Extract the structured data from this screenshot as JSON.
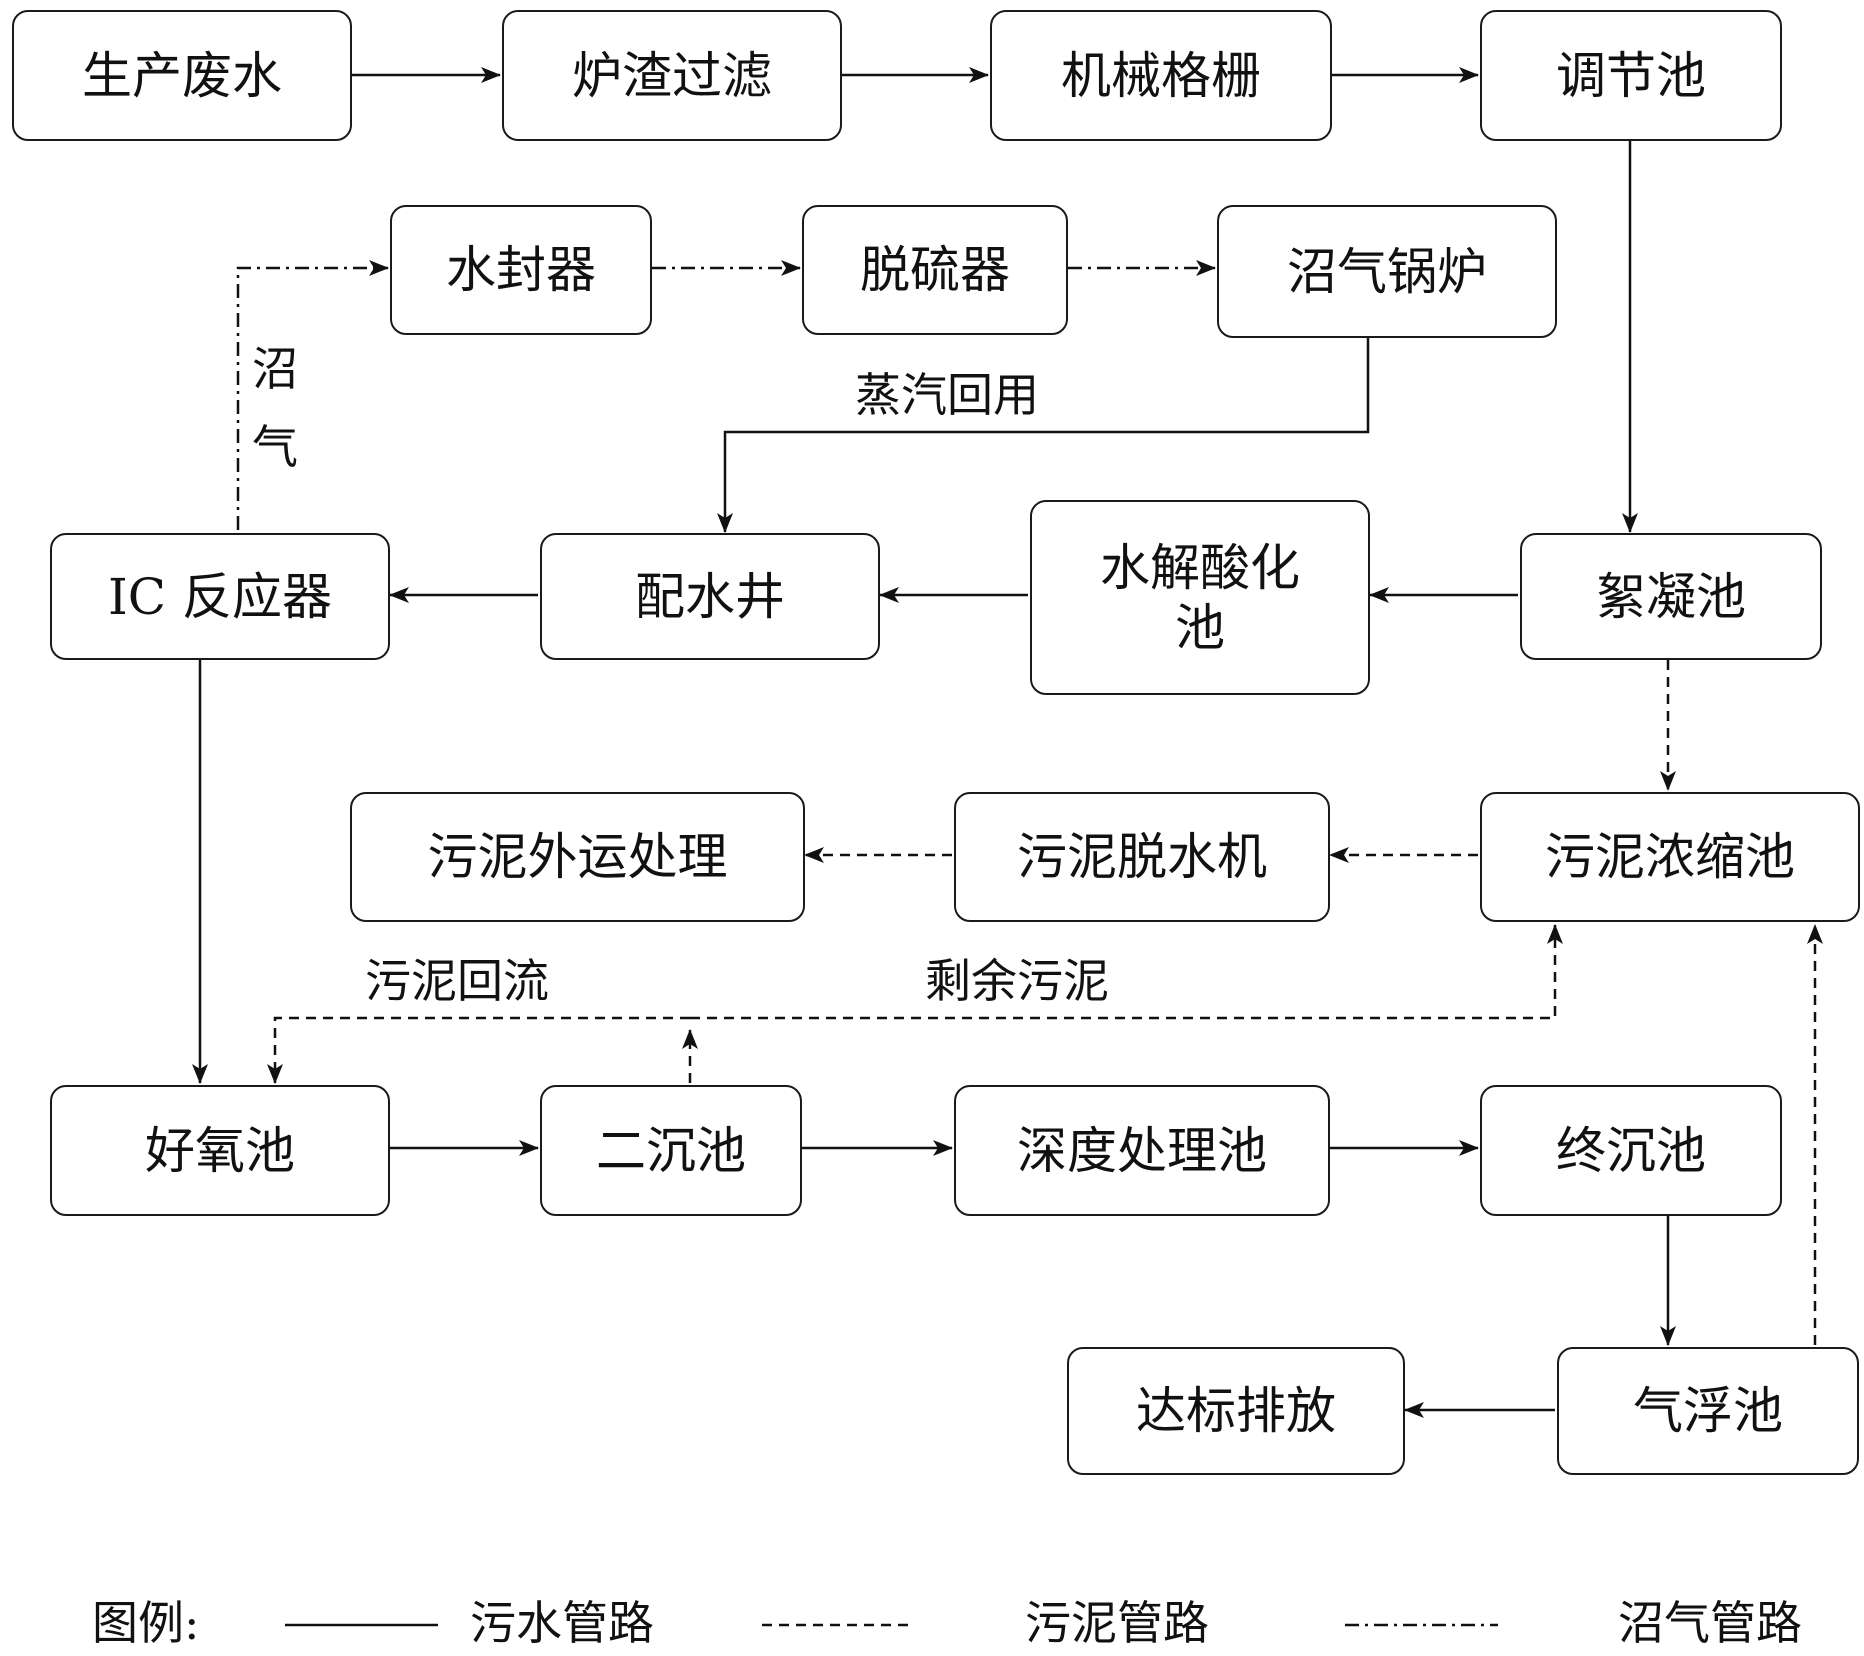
{
  "nodes": {
    "production_wastewater": "生产废水",
    "slag_filter": "炉渣过滤",
    "mechanical_grille": "机械格栅",
    "regulating_tank": "调节池",
    "water_seal": "水封器",
    "desulfurizer": "脱硫器",
    "biogas_boiler": "沼气锅炉",
    "ic_reactor": "IC 反应器",
    "distribution_well": "配水井",
    "hydrolysis_tank": "水解酸化池",
    "flocculation_tank": "絮凝池",
    "sludge_disposal": "污泥外运处理",
    "sludge_dewater": "污泥脱水机",
    "sludge_thickener": "污泥浓缩池",
    "aerobic_tank": "好氧池",
    "secondary_clarifier": "二沉池",
    "advanced_treatment": "深度处理池",
    "final_clarifier": "终沉池",
    "compliant_discharge": "达标排放",
    "air_flotation": "气浮池"
  },
  "edge_labels": {
    "biogas": "沼气",
    "steam_reuse": "蒸汽回用",
    "sludge_return": "污泥回流",
    "excess_sludge": "剩余污泥"
  },
  "legend": {
    "title": "图例:",
    "sewage_pipe": "污水管路",
    "sludge_pipe": "污泥管路",
    "biogas_pipe": "沼气管路"
  }
}
